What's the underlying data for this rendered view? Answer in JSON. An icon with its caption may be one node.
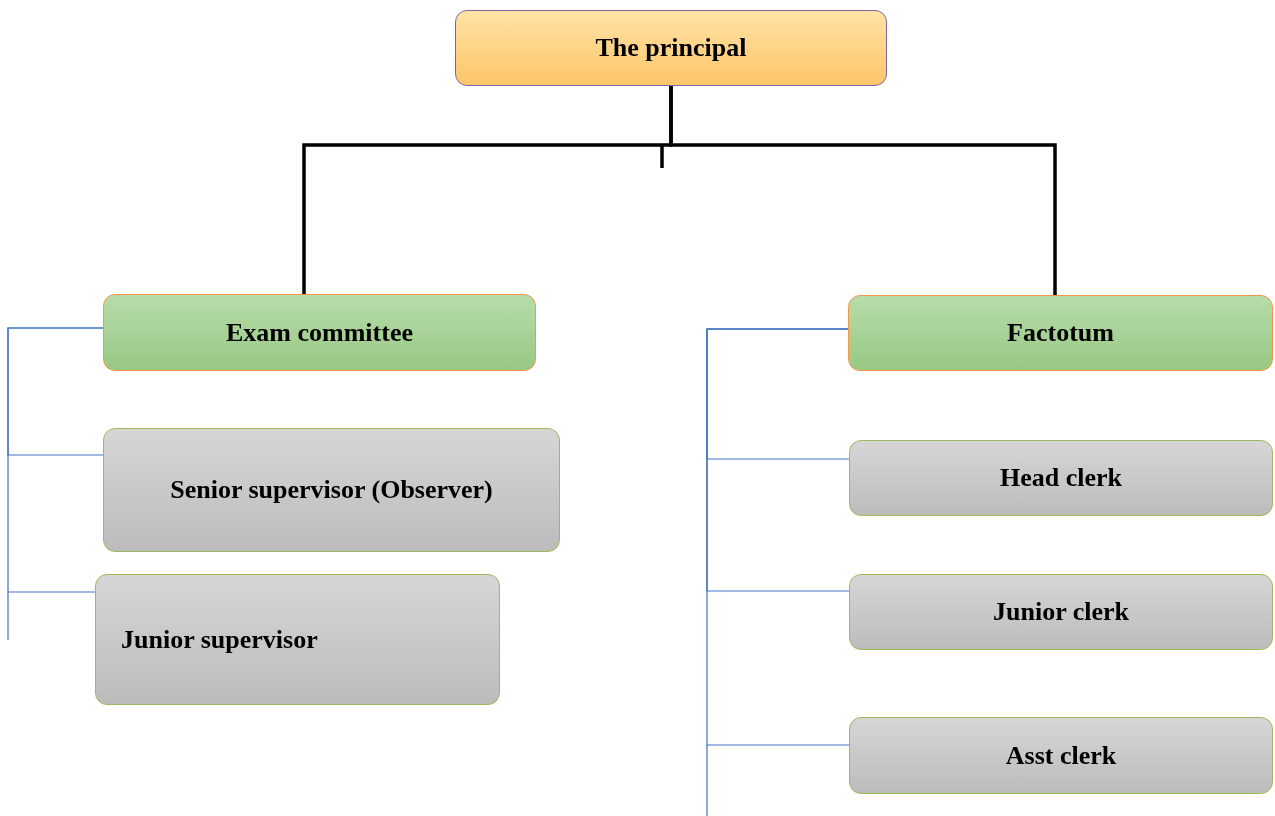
{
  "diagram": {
    "nodes": [
      {
        "text": [
          "The principal"
        ]
      },
      {
        "text": [
          "Exam committee"
        ]
      },
      {
        "text": [
          "Factotum"
        ]
      },
      {
        "text": [
          "Senior supervisor (Observer)"
        ]
      },
      {
        "text": [
          "Junior supervisor"
        ]
      },
      {
        "text": [
          "Head clerk"
        ]
      },
      {
        "text": [
          "Junior clerk"
        ]
      },
      {
        "text": [
          "Asst clerk"
        ]
      }
    ],
    "edges": [
      {
        "from": 0,
        "to": 1,
        "arrow": "none",
        "style": "thick",
        "color": "#000000"
      },
      {
        "from": 0,
        "to": 2,
        "arrow": "none",
        "style": "thick",
        "color": "#000000"
      },
      {
        "from": 1,
        "to": 3,
        "arrow": "none"
      },
      {
        "from": 1,
        "to": 4,
        "arrow": "none"
      },
      {
        "from": 2,
        "to": 5,
        "arrow": "none"
      },
      {
        "from": 2,
        "to": 6,
        "arrow": "none"
      },
      {
        "from": 2,
        "to": 7,
        "arrow": "none"
      }
    ]
  }
}
